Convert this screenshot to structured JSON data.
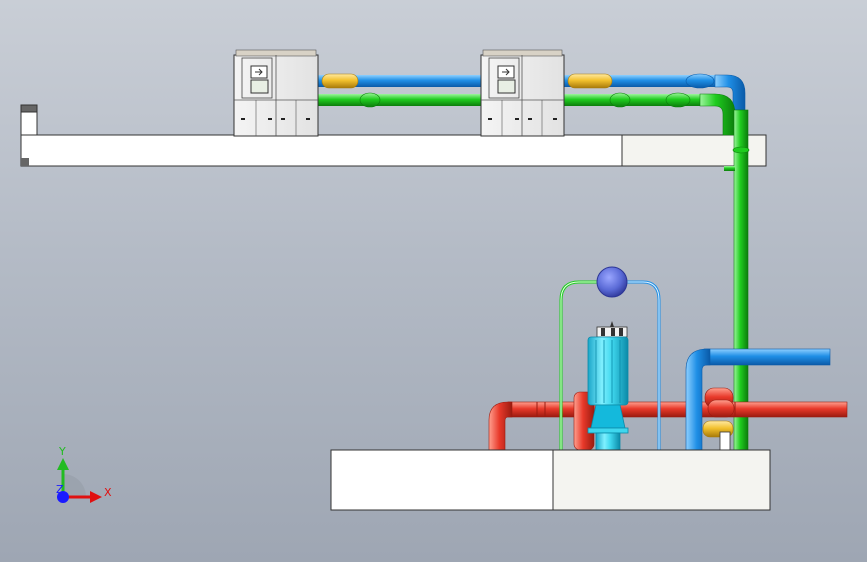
{
  "axes": {
    "x_label": "X",
    "y_label": "Y",
    "z_label": "Z",
    "x_color": "#e01010",
    "y_color": "#22bb22",
    "z_color": "#1a1aff"
  },
  "colors": {
    "hot_pipe": "#e8392a",
    "cold_pipe": "#1f8fe6",
    "green_pipe": "#1fcc1f",
    "yellow_fitting": "#f2c12e",
    "sensor_sphere": "#5a6ad6",
    "pump_motor": "#3fd7ee",
    "pump_body": "#14b9dc",
    "slab": "#ffffff",
    "slab_shaded": "#f4f4f0",
    "background_top": "#c9ced6",
    "background_bottom": "#9ea6b3"
  }
}
